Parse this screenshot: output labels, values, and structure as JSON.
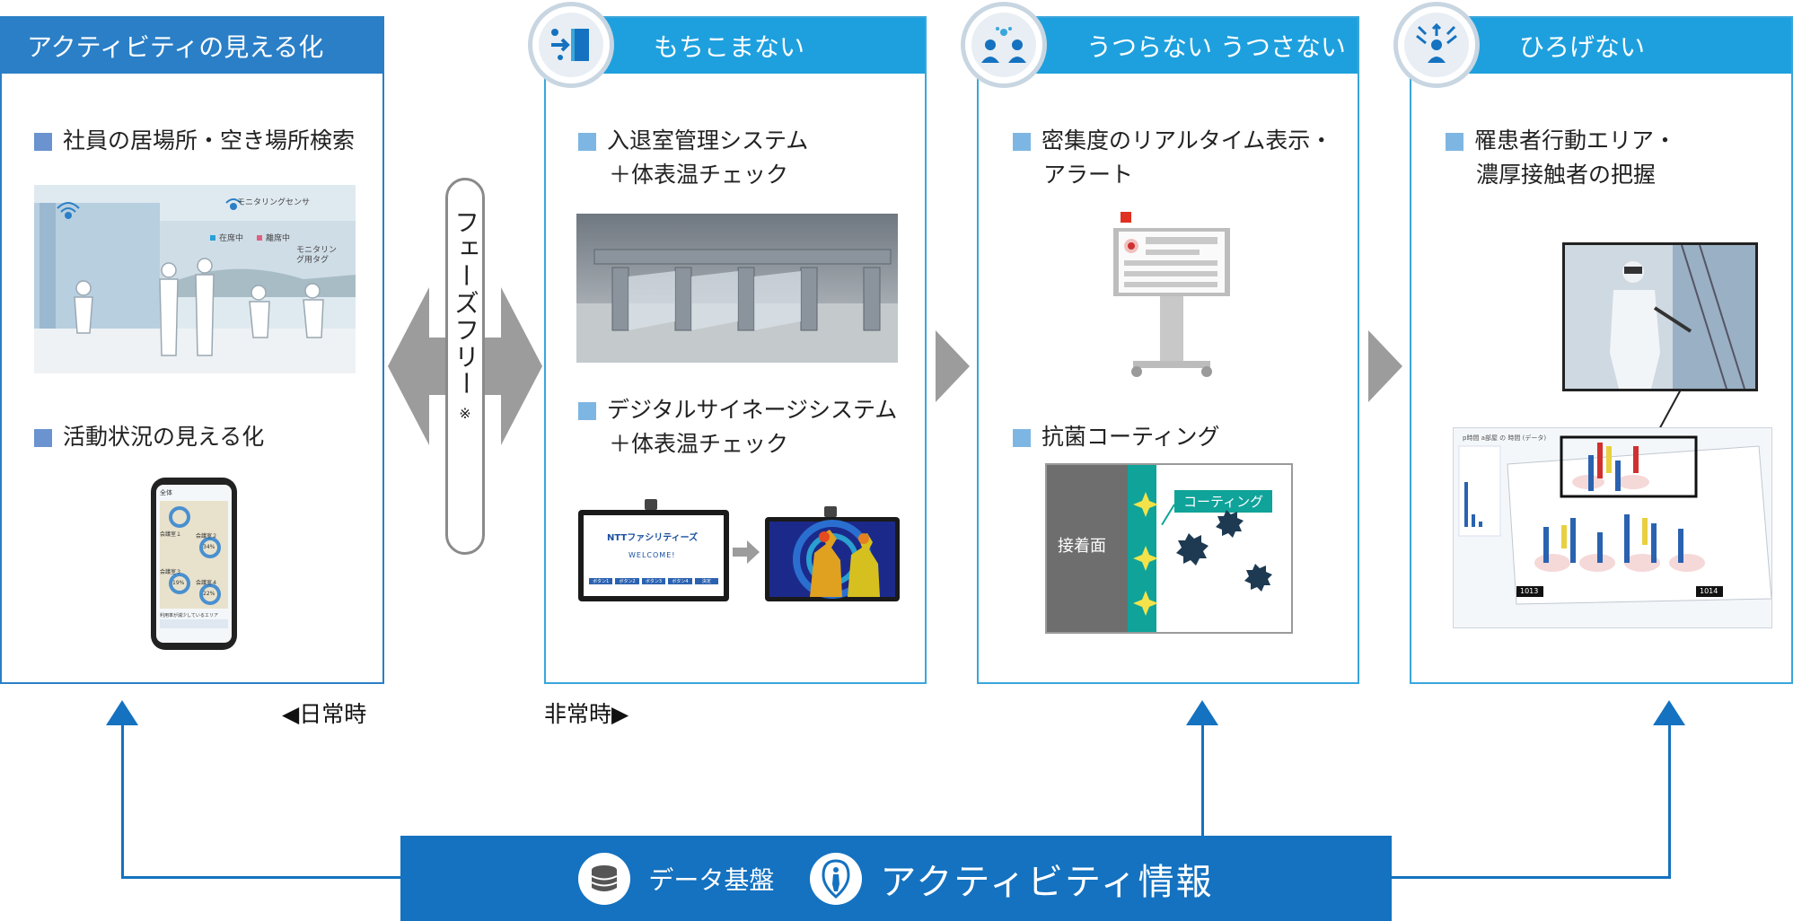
{
  "panels": [
    {
      "title": "アクティビティの見える化",
      "items": [
        {
          "line1": "社員の居場所・空き場所検索",
          "line2": ""
        },
        {
          "line1": "活動状況の見える化",
          "line2": ""
        }
      ],
      "photo1_labels": {
        "sensor": "モニタリングセンサ",
        "legend_a": "在席中",
        "legend_b": "離席中",
        "tag": "モニタリング用タグ"
      },
      "phone_labels": {
        "title": "全体",
        "z1": "会議室１",
        "z2": "会議室２",
        "z3": "会議室３",
        "z4": "会議室４",
        "p1": "34%",
        "p2": "19%",
        "p3": "22%",
        "footer": "利用率が減少しているエリア"
      }
    },
    {
      "title": "もちこまない",
      "icon": "door-exit-virus-icon",
      "items": [
        {
          "line1": "入退室管理システム",
          "line2": "＋体表温チェック"
        },
        {
          "line1": "デジタルサイネージシステム",
          "line2": "＋体表温チェック"
        }
      ],
      "signage": {
        "brand": "NTTファシリティーズ",
        "welcome": "WELCOME!",
        "btns": [
          "ボタン1",
          "ボタン2",
          "ボタン3",
          "ボタン4",
          "決定"
        ]
      }
    },
    {
      "title": "うつらない うつさない",
      "icon": "people-virus-icon",
      "items": [
        {
          "line1": "密集度のリアルタイム表示・",
          "line2": "アラート"
        },
        {
          "line1": "抗菌コーティング",
          "line2": ""
        }
      ],
      "coating": {
        "surface_label": "接着面",
        "coating_label": "コーティング"
      }
    },
    {
      "title": "ひろげない",
      "icon": "person-spread-icon",
      "items": [
        {
          "line1": "罹患者行動エリア・",
          "line2": "濃厚接触者の把握"
        }
      ],
      "map": {
        "room_a": "1013",
        "room_b": "1014",
        "header": "p時間 a部屋 の 時間 (データ)"
      }
    }
  ],
  "phase": {
    "label": "フェーズフリー",
    "note": "※",
    "left": "◀日常時",
    "right": "非常時▶"
  },
  "bottom": {
    "small": "データ基盤",
    "large": "アクティビティ情報"
  },
  "colors": {
    "primary": "#1472c0",
    "header": "#1ea0de",
    "border": "#3aa6dc",
    "arrow": "#9c9c9c"
  }
}
